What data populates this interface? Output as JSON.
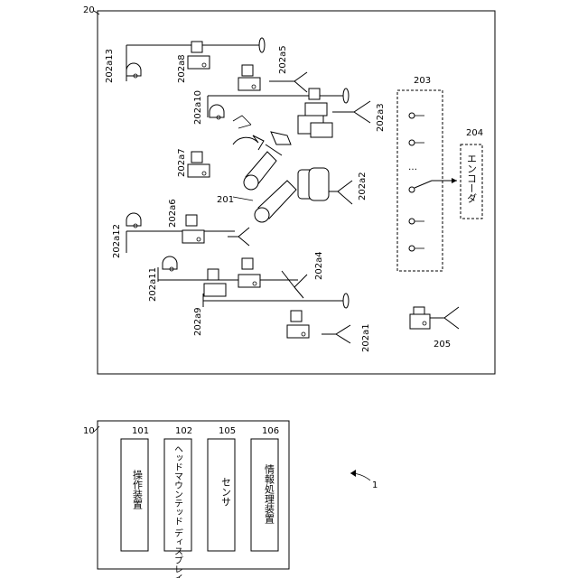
{
  "system": {
    "label_20": "20",
    "label_10": "10",
    "label_1": "1"
  },
  "robot_arm": {
    "label": "201"
  },
  "encoder": {
    "label": "204",
    "text": "エンコーダ"
  },
  "switch_box": {
    "label": "203",
    "dots": "…"
  },
  "viewpoint_205": {
    "label": "205"
  },
  "viewpoints": {
    "a1": "202a1",
    "a2": "202a2",
    "a3": "202a3",
    "a4": "202a4",
    "a5": "202a5",
    "a6": "202a6",
    "a7": "202a7",
    "a8": "202a8",
    "a9": "202a9",
    "a10": "202a10",
    "a11": "202a11",
    "a12": "202a12",
    "a13": "202a13"
  },
  "operation_unit": {
    "units": [
      {
        "id": "101",
        "text": "操作装置"
      },
      {
        "id": "102",
        "text": "ヘッドマウンテッド ディスプレイ"
      },
      {
        "id": "105",
        "text": "センサ"
      },
      {
        "id": "106",
        "text": "情報処理装置"
      }
    ]
  }
}
